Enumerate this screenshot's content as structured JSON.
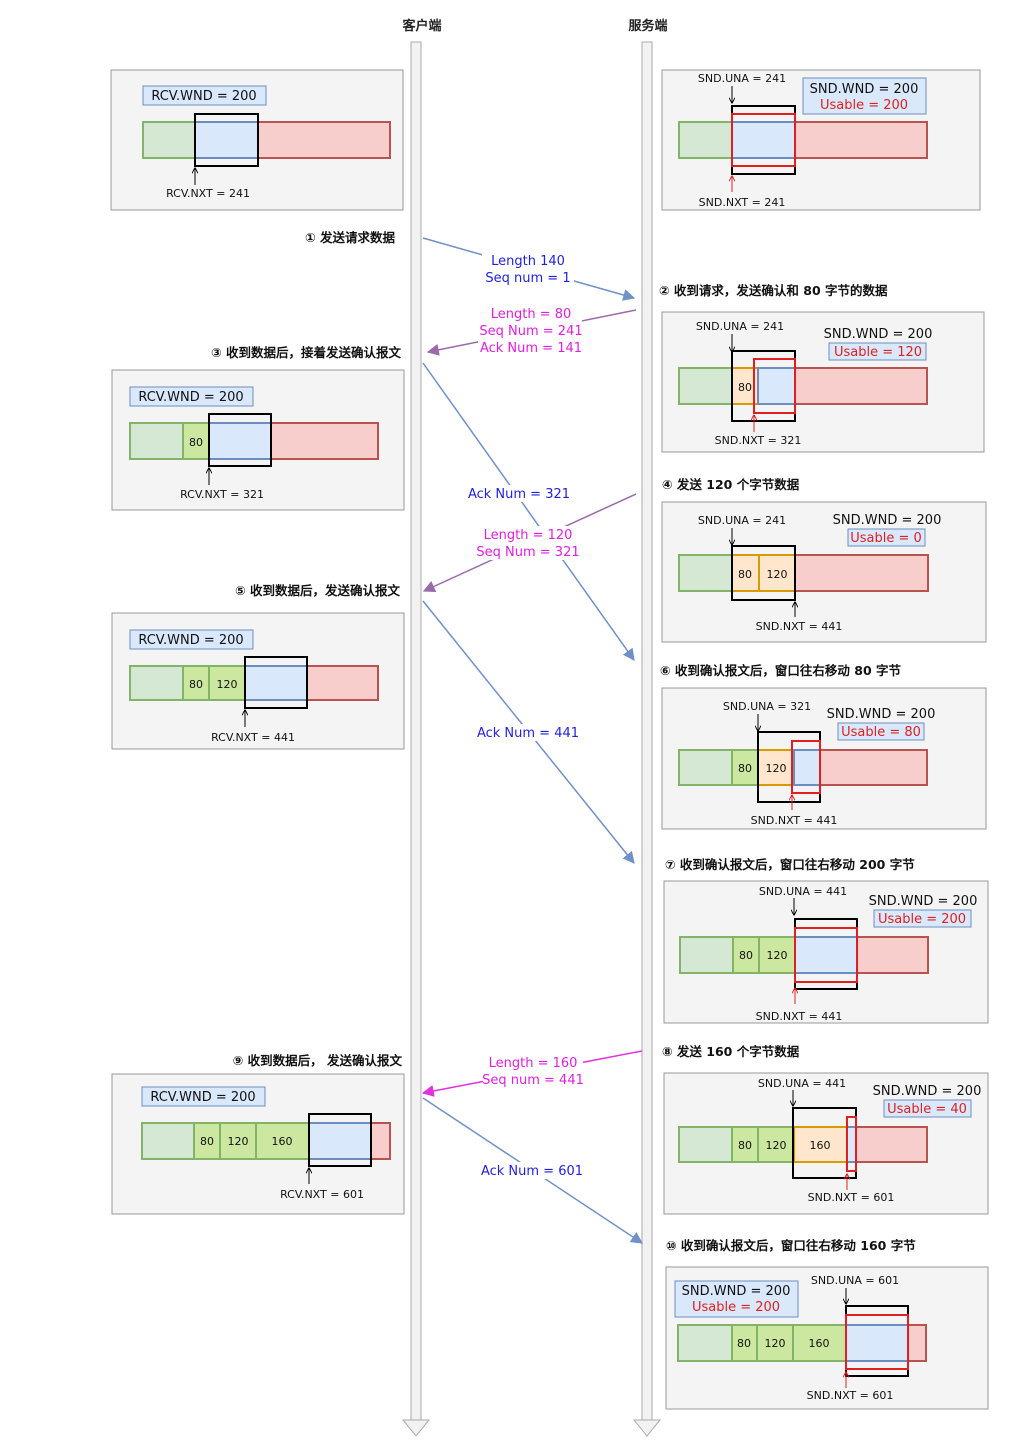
{
  "lanes": {
    "client": "客户端",
    "server": "服务端"
  },
  "colors": {
    "ack": "#1f1fe0",
    "data": "#e020e0",
    "request": "#1f1fe0",
    "usable": "#e02020",
    "arrow_blue": "#7090c8",
    "arrow_purple": "#9a6aaa",
    "arrow_magenta": "#e030e0"
  },
  "steps": {
    "s1": "① 发送请求数据",
    "s2": "② 收到请求，发送确认和 80 字节的数据",
    "s3": "③ 收到数据后，接着发送确认报文",
    "s4": "④ 发送 120 个字节数据",
    "s5": "⑤ 收到数据后，发送确认报文",
    "s6": "⑥ 收到确认报文后，窗口往右移动 80 字节",
    "s7": "⑦ 收到确认报文后，窗口往右移动 200 字节",
    "s8": "⑧ 发送 160 个字节数据",
    "s9": "⑨ 收到数据后， 发送确认报文",
    "s10": "⑩ 收到确认报文后，窗口往右移动 160 字节"
  },
  "messages": {
    "m1": [
      "Length 140",
      "Seq num = 1"
    ],
    "m2": [
      "Length = 80",
      "Seq Num = 241",
      "Ack Num = 141"
    ],
    "m3": [
      "Ack Num = 321"
    ],
    "m4": [
      "Length = 120",
      "Seq Num = 321"
    ],
    "m5": [
      "Ack Num = 441"
    ],
    "m6": [
      "Length = 160",
      "Seq num = 441"
    ],
    "m7": [
      "Ack Num = 601"
    ]
  },
  "client_boxes": {
    "c1": {
      "wnd": "RCV.WND = 200",
      "nxt": "RCV.NXT = 241",
      "segments": []
    },
    "c2": {
      "wnd": "RCV.WND = 200",
      "nxt": "RCV.NXT = 321",
      "segments": [
        "80"
      ]
    },
    "c3": {
      "wnd": "RCV.WND = 200",
      "nxt": "RCV.NXT = 441",
      "segments": [
        "80",
        "120"
      ]
    },
    "c4": {
      "wnd": "RCV.WND = 200",
      "nxt": "RCV.NXT = 601",
      "segments": [
        "80",
        "120",
        "160"
      ]
    }
  },
  "server_boxes": {
    "v1": {
      "una": "SND.UNA = 241",
      "wnd": "SND.WND = 200",
      "usable": "Usable = 200",
      "nxt": "SND.NXT = 241"
    },
    "v2": {
      "una": "SND.UNA = 241",
      "wnd": "SND.WND = 200",
      "usable": "Usable = 120",
      "nxt": "SND.NXT = 321",
      "segments": [
        "80"
      ]
    },
    "v3": {
      "una": "SND.UNA = 241",
      "wnd": "SND.WND = 200",
      "usable": "Usable = 0",
      "nxt": "SND.NXT = 441",
      "segments": [
        "80",
        "120"
      ]
    },
    "v4": {
      "una": "SND.UNA = 321",
      "wnd": "SND.WND = 200",
      "usable": "Usable = 80",
      "nxt": "SND.NXT = 441",
      "segments": [
        "80",
        "120"
      ]
    },
    "v5": {
      "una": "SND.UNA = 441",
      "wnd": "SND.WND = 200",
      "usable": "Usable = 200",
      "nxt": "SND.NXT = 441",
      "segments": [
        "80",
        "120"
      ]
    },
    "v6": {
      "una": "SND.UNA = 441",
      "wnd": "SND.WND = 200",
      "usable": "Usable = 40",
      "nxt": "SND.NXT = 601",
      "segments": [
        "80",
        "120",
        "160"
      ]
    },
    "v7": {
      "una": "SND.UNA = 601",
      "wnd": "SND.WND = 200",
      "usable": "Usable = 200",
      "nxt": "SND.NXT = 601",
      "segments": [
        "80",
        "120",
        "160"
      ]
    }
  }
}
